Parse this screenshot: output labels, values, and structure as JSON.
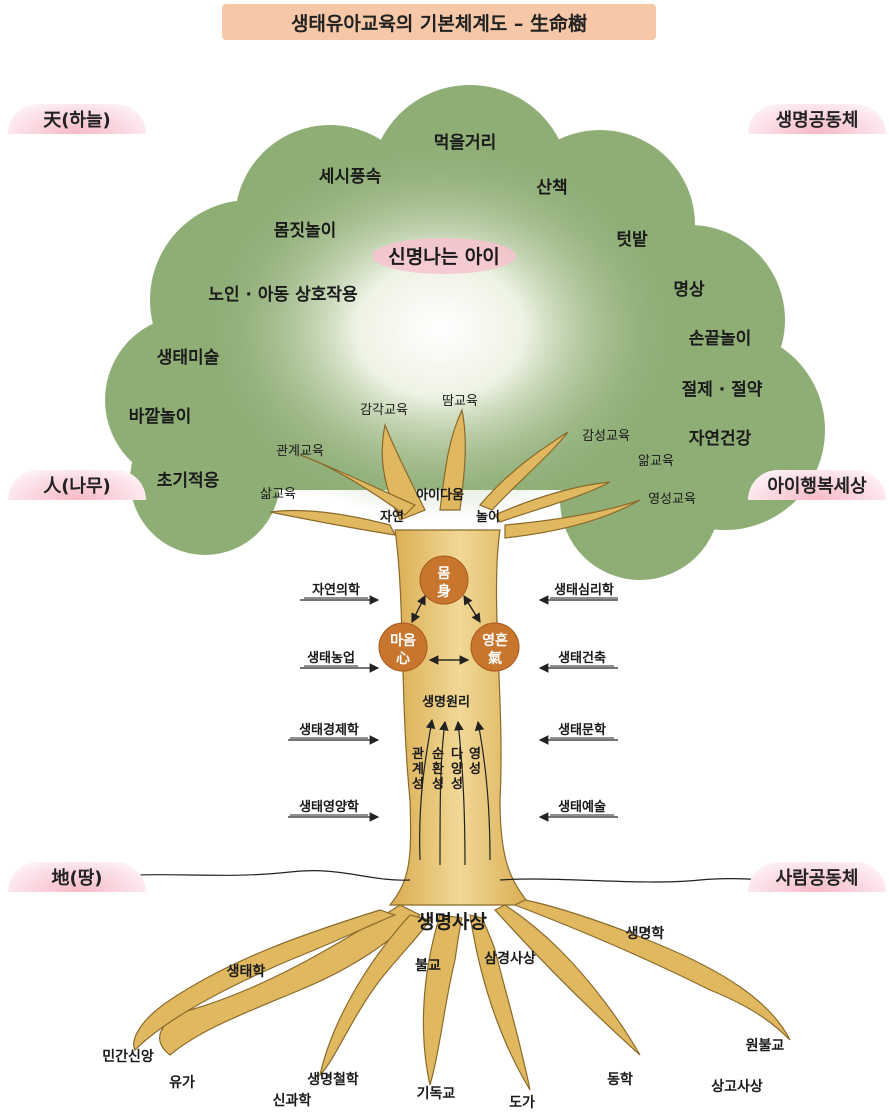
{
  "title": "생태유아교육의 기본체계도 – 生命樹",
  "corners": {
    "top_left": "天(하늘)",
    "top_right": "생명공동체",
    "mid_left": "人(나무)",
    "mid_right": "아이행복세상",
    "bottom_left": "地(땅)",
    "bottom_right": "사람공동체"
  },
  "canopy": {
    "center": "신명나는 아이",
    "items": [
      "먹을거리",
      "세시풍속",
      "산책",
      "몸짓놀이",
      "텃밭",
      "노인 · 아동 상호작용",
      "명상",
      "생태미술",
      "손끝놀이",
      "절제 · 절약",
      "바깥놀이",
      "자연건강",
      "초기적응"
    ]
  },
  "branches": [
    "감각교육",
    "땀교육",
    "관계교육",
    "감성교육",
    "앎교육",
    "삶교육",
    "영성교육"
  ],
  "branch_core": {
    "center": "아이다움",
    "left": "자연",
    "right": "놀이"
  },
  "circles": {
    "body": [
      "몸",
      "身"
    ],
    "mind": [
      "마음",
      "心"
    ],
    "spirit": [
      "영혼",
      "氣"
    ]
  },
  "trunk": {
    "principle": "생명원리",
    "attributes": [
      "관계성",
      "순환성",
      "다양성",
      "영성"
    ]
  },
  "left_inputs": [
    "자연의학",
    "생태농업",
    "생태경제학",
    "생태영양학"
  ],
  "right_inputs": [
    "생태심리학",
    "생태건축",
    "생태문학",
    "생태예술"
  ],
  "roots": {
    "center": "생명사상",
    "items": [
      "생태학",
      "불교",
      "삼경사상",
      "생명학",
      "민간신앙",
      "원불교",
      "유가",
      "생명철학",
      "신과학",
      "기독교",
      "동학",
      "상고사상",
      "도가"
    ]
  },
  "colors": {
    "canopy": "#8fae76",
    "trunk": "#e0b860",
    "circle": "#c8752e",
    "title_bg": "#f6c8a8",
    "corner": "#f7b9c8"
  }
}
